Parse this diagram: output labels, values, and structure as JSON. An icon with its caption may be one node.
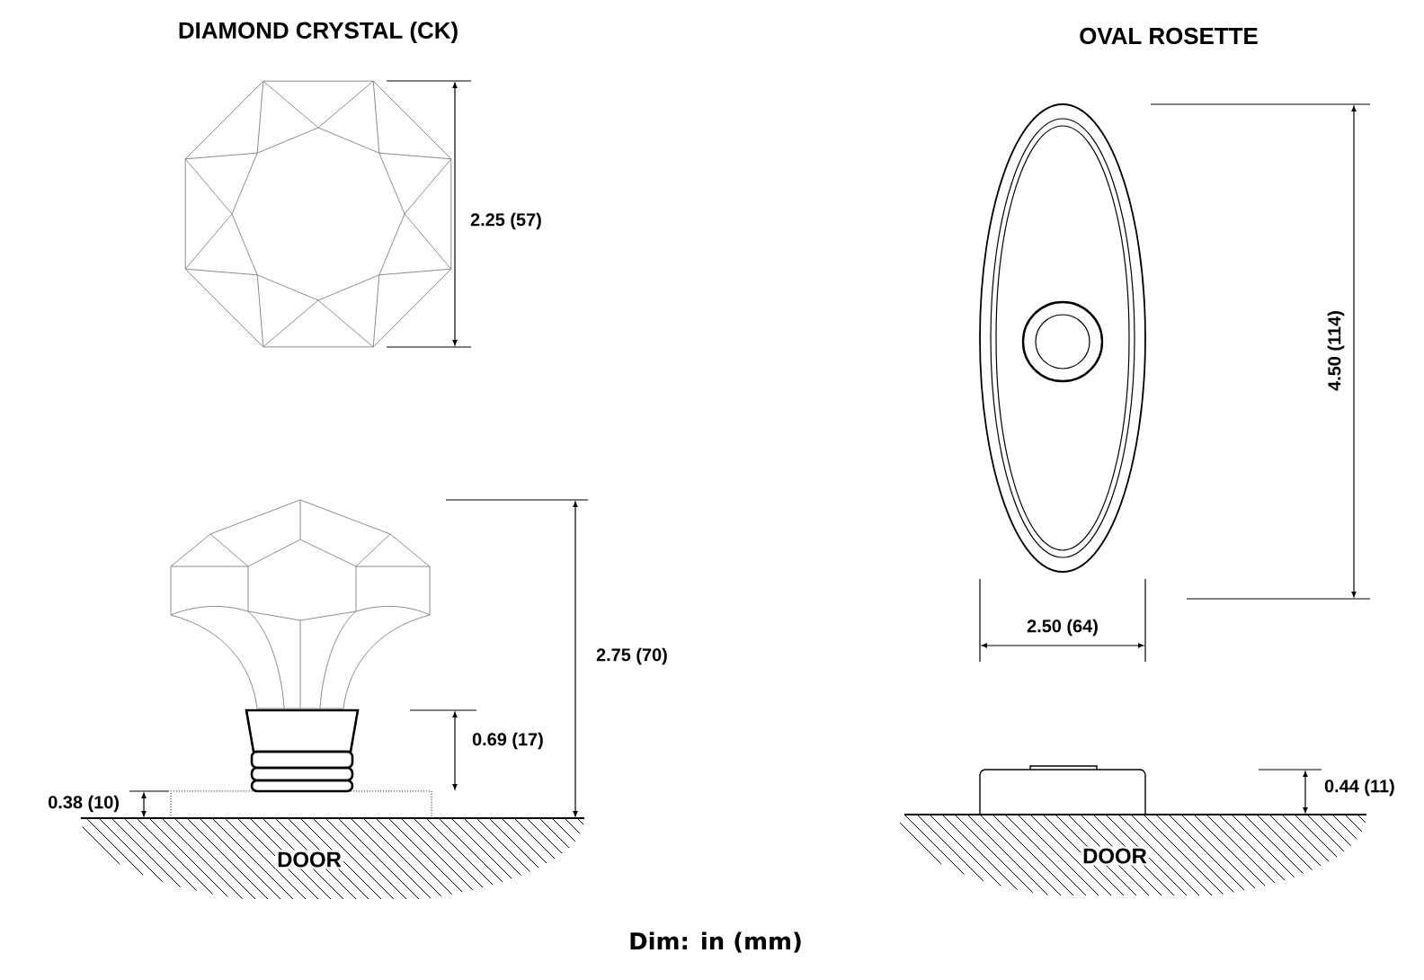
{
  "diagram": {
    "caption": "Dim: in (mm)",
    "labels": [
      "DIAMOND CRYSTAL (CK)",
      "OVAL ROSETTE",
      "2.25 (57)",
      "4.50 (114)",
      "2.50 (64)",
      "2.75 (70)",
      "0.69 (17)",
      "0.38 (10)",
      "0.44 (11)",
      "DOOR",
      "DOOR"
    ]
  }
}
